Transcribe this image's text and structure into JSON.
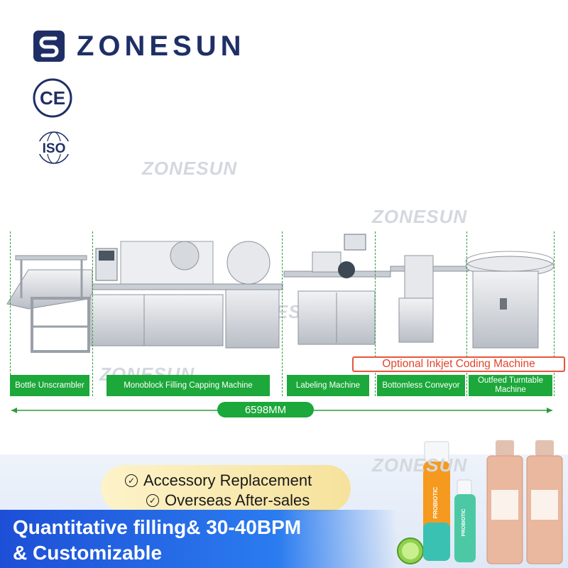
{
  "brand": {
    "name": "ZONESUN",
    "logo_color": "#1f2f66"
  },
  "certifications": [
    "CE",
    "ISO"
  ],
  "watermark_text": "ZONESUN",
  "machines": [
    {
      "label": "Bottle Unscrambler"
    },
    {
      "label": "Monoblock Filling Capping Machine"
    },
    {
      "label": "Labeling Machine"
    },
    {
      "label": "Bottomless Conveyor"
    },
    {
      "label": "Outfeed Turntable Machine"
    }
  ],
  "optional_label": "Optional Inkjet Coding Machine",
  "dimension": "6598MM",
  "features": [
    "Accessory Replacement",
    "Overseas After-sales"
  ],
  "headline": {
    "line1": "Quantitative filling& 30-40BPM",
    "line2": "& Customizable"
  },
  "product_text": {
    "probiotic": "PROBIOTIC"
  },
  "colors": {
    "accent_green": "#1ca83a",
    "accent_orange": "#e8553a",
    "banner_blue": "#1d4fd6"
  }
}
